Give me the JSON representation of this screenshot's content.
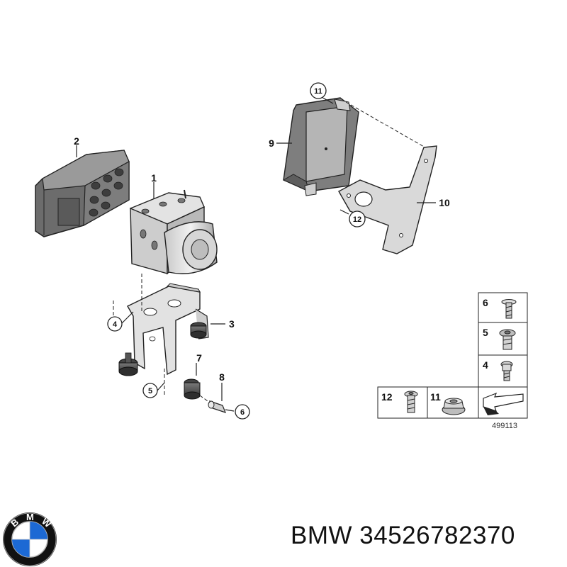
{
  "callouts": {
    "c1": "1",
    "c2": "2",
    "c3": "3",
    "c4": "4",
    "c5": "5",
    "c6": "6",
    "c7": "7",
    "c8": "8",
    "c9": "9",
    "c10": "10",
    "c11": "11",
    "c12": "12"
  },
  "legend": {
    "cells": {
      "r1": "6",
      "r2": "5",
      "r3": "4",
      "b1": "12",
      "b2": "11"
    },
    "reference_number": "499113"
  },
  "brand": {
    "logo_letters": {
      "b": "B",
      "m": "M",
      "w": "W"
    },
    "caption": "BMW 34526782370"
  },
  "colors": {
    "line": "#222222",
    "part_fill": "#d9d9d9",
    "part_dark": "#8a8a8a",
    "logo_blue": "#1c69d4",
    "logo_ring": "#111111"
  },
  "icons": {
    "logo": "bmw-roundel-icon",
    "arrow": "direction-arrow-icon"
  }
}
